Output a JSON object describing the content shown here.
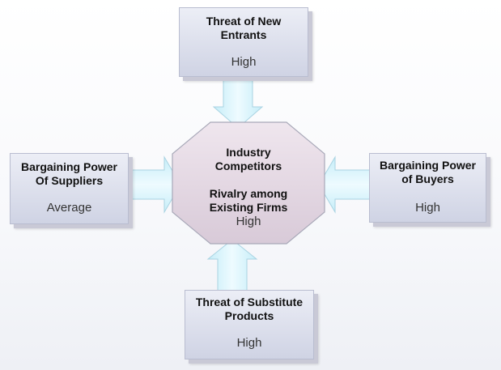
{
  "diagram": {
    "center": {
      "title_line1": "Industry",
      "title_line2": "Competitors",
      "subtitle_line1": "Rivalry among",
      "subtitle_line2": "Existing Firms",
      "value": "High"
    },
    "top": {
      "title_line1": "Threat of New",
      "title_line2": "Entrants",
      "value": "High"
    },
    "left": {
      "title_line1": "Bargaining Power",
      "title_line2": "Of Suppliers",
      "value": "Average"
    },
    "right": {
      "title_line1": "Bargaining Power",
      "title_line2": "of Buyers",
      "value": "High"
    },
    "bottom": {
      "title_line1": "Threat of Substitute",
      "title_line2": "Products",
      "value": "High"
    }
  },
  "colors": {
    "box_fill": "#dcdfec",
    "octagon_fill": "#e4d8e3",
    "octagon_border": "#a8a8b8",
    "arrow_fill": "#d8f3fb",
    "arrow_stroke": "#a9d3e2"
  }
}
